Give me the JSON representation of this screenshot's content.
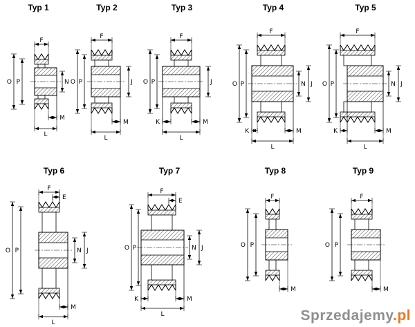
{
  "pulleys": [
    {
      "title": "Typ 1",
      "dims": {
        "F": "F",
        "O": "O",
        "P": "P",
        "N": "N",
        "M": "M",
        "L": "L"
      }
    },
    {
      "title": "Typ 2",
      "dims": {
        "F": "F",
        "O": "O",
        "P": "P",
        "J": "J",
        "M": "M",
        "L": "L"
      }
    },
    {
      "title": "Typ 3",
      "dims": {
        "F": "F",
        "O": "O",
        "P": "P",
        "J": "J",
        "K": "K",
        "M": "M",
        "L": "L"
      }
    },
    {
      "title": "Typ 4",
      "dims": {
        "F": "F",
        "O": "O",
        "P": "P",
        "N": "N",
        "J": "J",
        "K": "K",
        "M": "M",
        "L": "L"
      }
    },
    {
      "title": "Typ 5",
      "dims": {
        "F": "F",
        "O": "O",
        "P": "P",
        "N": "N",
        "J": "J",
        "K": "K",
        "M": "M",
        "L": "L"
      }
    },
    {
      "title": "Typ 6",
      "dims": {
        "F": "F",
        "E": "E",
        "O": "O",
        "P": "P",
        "N": "N",
        "J": "J",
        "M": "M",
        "L": "L"
      }
    },
    {
      "title": "Typ 7",
      "dims": {
        "F": "F",
        "E": "E",
        "O": "O",
        "P": "P",
        "N": "N",
        "J": "J",
        "K": "K",
        "M": "M",
        "L": "L"
      }
    },
    {
      "title": "Typ 8",
      "dims": {
        "F": "F",
        "O": "O",
        "P": "P",
        "M": "M"
      }
    },
    {
      "title": "Typ 9",
      "dims": {
        "F": "F",
        "O": "O",
        "P": "P",
        "M": "M"
      }
    }
  ],
  "watermark": {
    "name": "Sprzedajemy",
    "tld": ".pl"
  }
}
